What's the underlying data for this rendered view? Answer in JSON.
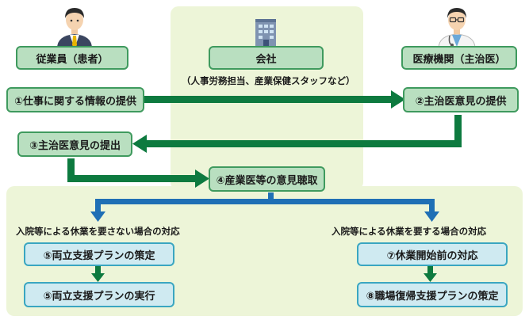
{
  "actors": {
    "employee": "従業員（患者）",
    "company": "会社",
    "company_note": "（人事労務担当、産業保健スタッフなど）",
    "medical": "医療機関（主治医）"
  },
  "steps": {
    "s1": "①仕事に関する情報の提供",
    "s2": "②主治医意見の提供",
    "s3": "③主治医意見の提出",
    "s4": "④産業医等の意見聴取",
    "s5a": "⑤両立支援プランの策定",
    "s5b": "⑤両立支援プランの実行",
    "s7": "⑦休業開始前の対応",
    "s8": "⑧職場復帰支援プランの策定"
  },
  "branches": {
    "left": "入院等による休業を要さない場合の対応",
    "right": "入院等による休業を要する場合の対応"
  },
  "colors": {
    "panel": "#edf5d8",
    "green_arrow": "#0d7a3f",
    "blue_arrow": "#1f6fb5"
  }
}
